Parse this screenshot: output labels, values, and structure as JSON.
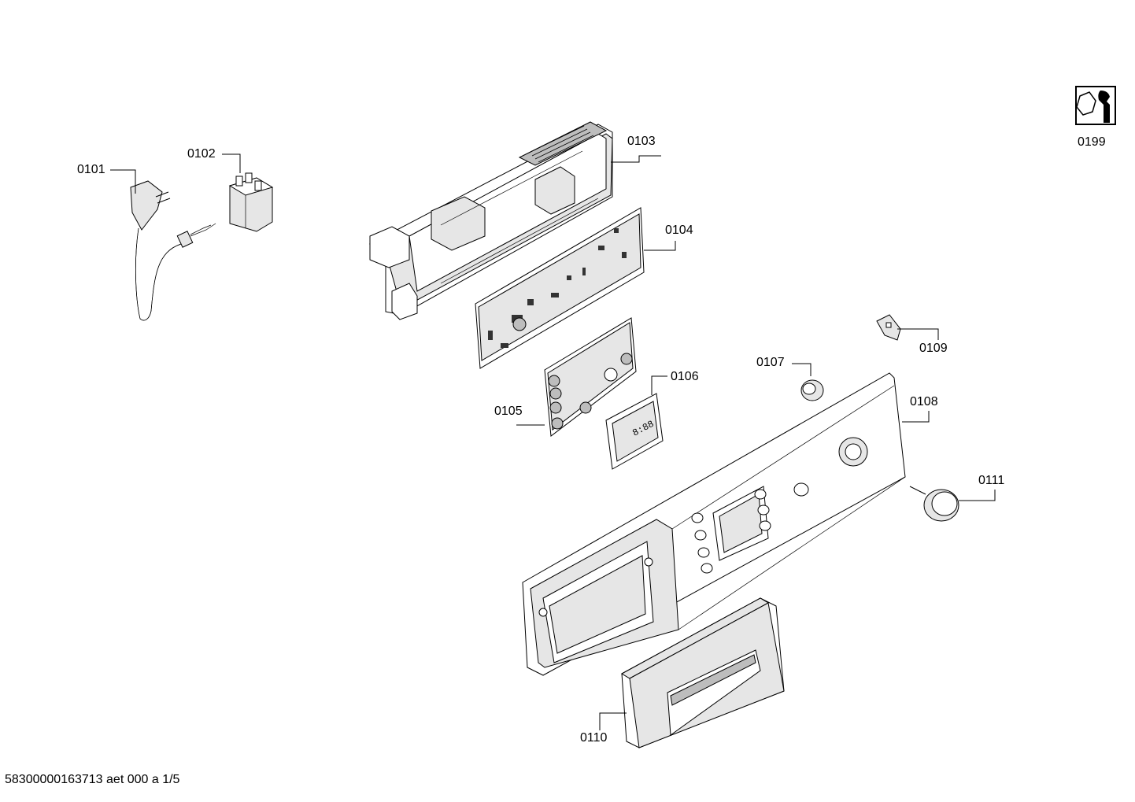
{
  "parts": [
    {
      "id": "0101"
    },
    {
      "id": "0102"
    },
    {
      "id": "0103"
    },
    {
      "id": "0104"
    },
    {
      "id": "0105"
    },
    {
      "id": "0106"
    },
    {
      "id": "0107"
    },
    {
      "id": "0108"
    },
    {
      "id": "0109"
    },
    {
      "id": "0110"
    },
    {
      "id": "0111"
    }
  ],
  "tool_icon": {
    "id": "0199",
    "icon": "wrench-nut-icon"
  },
  "footer": "58300000163713 aet 000 a 1/5",
  "board_display_text": "8:88"
}
